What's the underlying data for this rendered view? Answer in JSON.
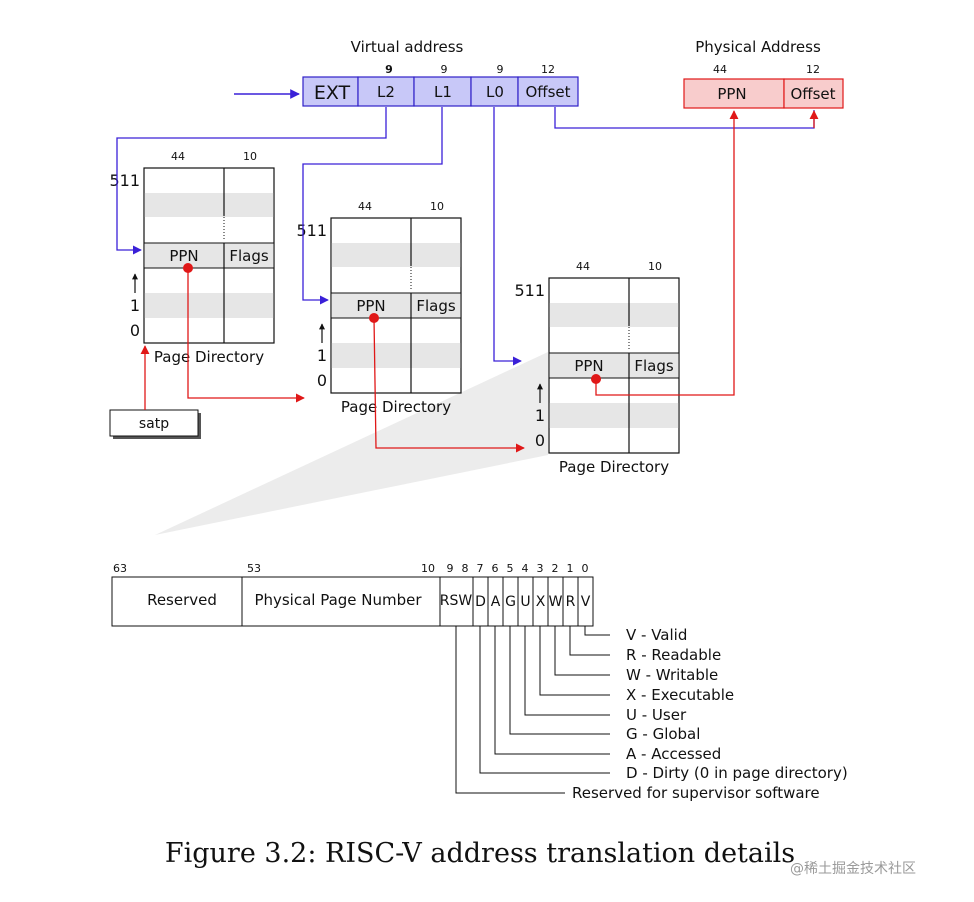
{
  "virtual_address": {
    "title": "Virtual address",
    "fields": [
      {
        "label": "EXT",
        "bits": ""
      },
      {
        "label": "L2",
        "bits": "9"
      },
      {
        "label": "L1",
        "bits": "9"
      },
      {
        "label": "L0",
        "bits": "9"
      },
      {
        "label": "Offset",
        "bits": "12"
      }
    ]
  },
  "physical_address": {
    "title": "Physical Address",
    "fields": [
      {
        "label": "PPN",
        "bits": "44"
      },
      {
        "label": "Offset",
        "bits": "12"
      }
    ]
  },
  "page_directory": {
    "caption": "Page Directory",
    "ppn_bits": "44",
    "flags_bits": "10",
    "ppn_label": "PPN",
    "flags_label": "Flags",
    "index_top": "511",
    "index_one": "1",
    "index_zero": "0"
  },
  "satp_label": "satp",
  "pte": {
    "bit_numbers": [
      "63",
      "53",
      "10",
      "9",
      "8",
      "7",
      "6",
      "5",
      "4",
      "3",
      "2",
      "1",
      "0"
    ],
    "reserved_label": "Reserved",
    "ppn_label": "Physical Page Number",
    "rsw_label": "RSW",
    "flag_letters": [
      "D",
      "A",
      "G",
      "U",
      "X",
      "W",
      "R",
      "V"
    ],
    "legend": [
      "V - Valid",
      "R  - Readable",
      "W - Writable",
      "X - Executable",
      "U - User",
      "G - Global",
      "A - Accessed",
      "D - Dirty (0 in page directory)",
      "Reserved for supervisor software"
    ]
  },
  "caption": "Figure 3.2: RISC-V address translation details",
  "watermark": "@稀土掘金技术社区",
  "colors": {
    "virtual_fill": "#c8c8f8",
    "virtual_stroke": "#3020c8",
    "physical_fill": "#f8cccc",
    "physical_stroke": "#e01818",
    "blue_arrow": "#3a20d8",
    "red_arrow": "#e01818",
    "stripe": "#e6e6e6",
    "zoom_wedge": "#ececec"
  }
}
